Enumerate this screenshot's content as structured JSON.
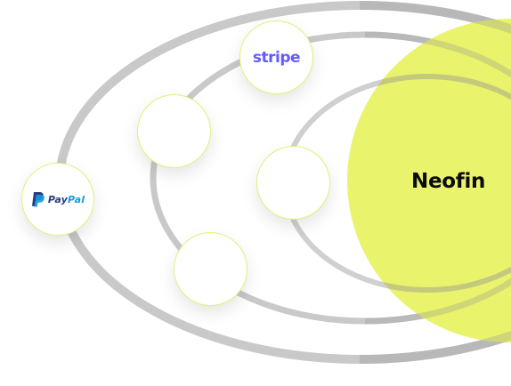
{
  "center": {
    "label": "Neofin",
    "color": "#e9f36b"
  },
  "orbit_color": "#c9c9c9",
  "node_border_color": "#e3f07a",
  "partners": {
    "stripe": {
      "label": "stripe",
      "color": "#635bff",
      "icon": "stripe-logo"
    },
    "paypal": {
      "label_part1": "Pay",
      "label_part2": "Pal",
      "color_dark": "#253b80",
      "color_light": "#179bd7",
      "icon": "paypal-logo"
    }
  }
}
